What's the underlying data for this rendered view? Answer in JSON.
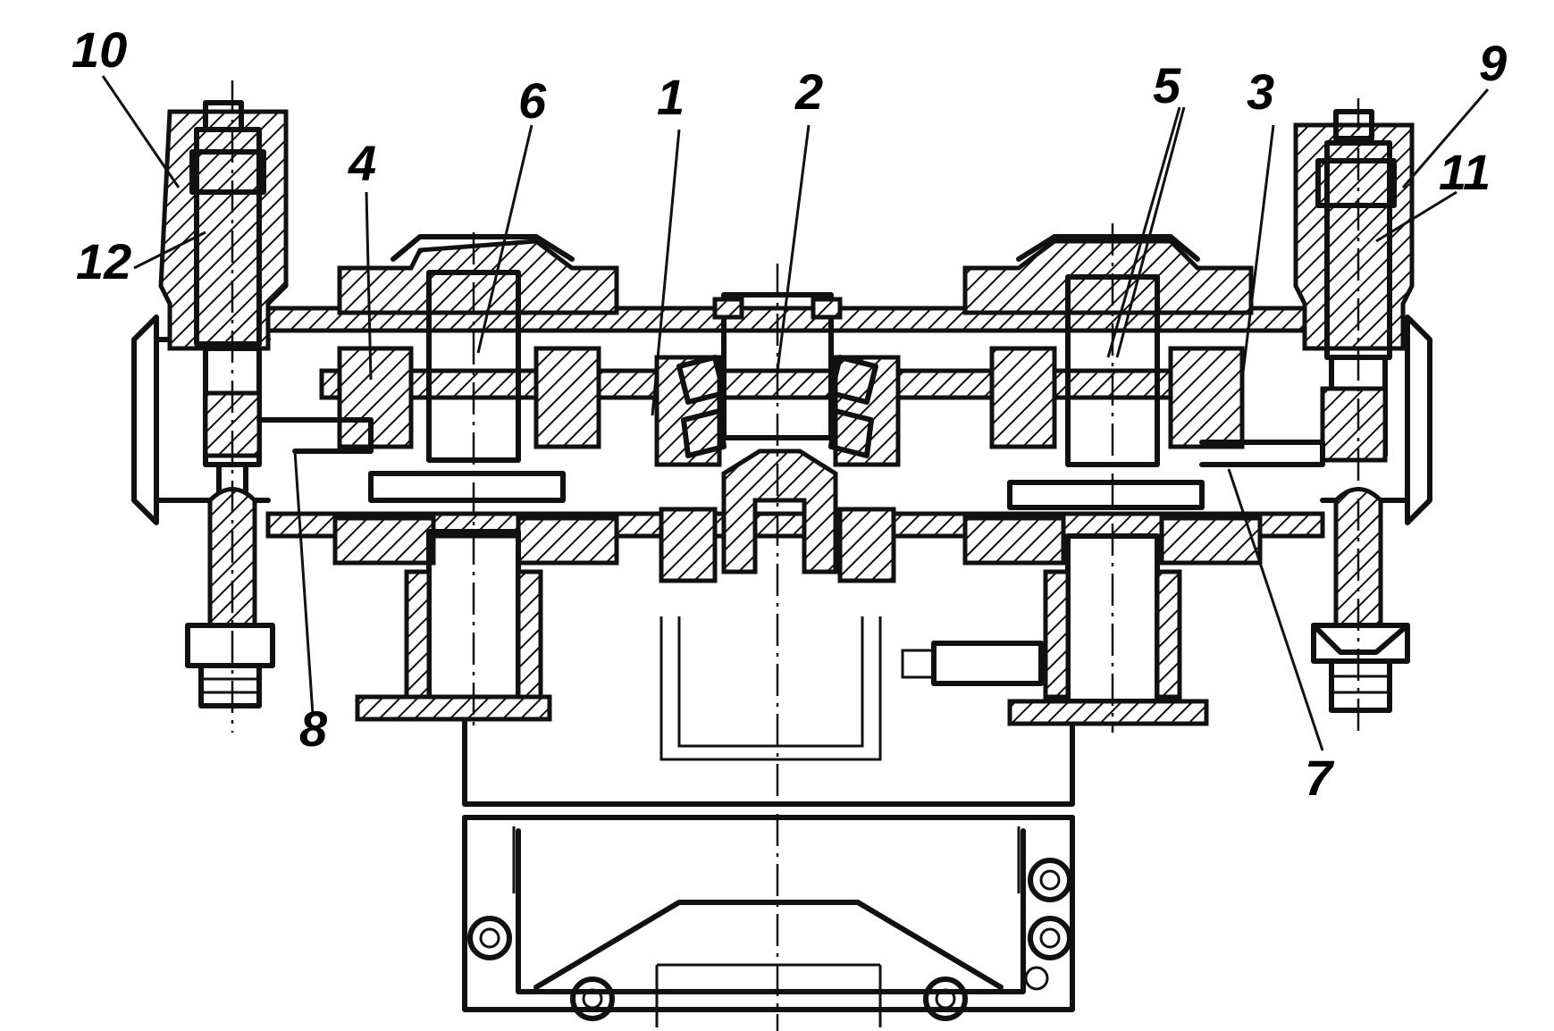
{
  "callouts": [
    {
      "id": "10",
      "label": "10"
    },
    {
      "id": "12",
      "label": "12"
    },
    {
      "id": "4",
      "label": "4"
    },
    {
      "id": "6",
      "label": "6"
    },
    {
      "id": "1",
      "label": "1"
    },
    {
      "id": "2",
      "label": "2"
    },
    {
      "id": "5",
      "label": "5"
    },
    {
      "id": "3",
      "label": "3"
    },
    {
      "id": "9",
      "label": "9"
    },
    {
      "id": "11",
      "label": "11"
    },
    {
      "id": "8",
      "label": "8"
    },
    {
      "id": "7",
      "label": "7"
    }
  ]
}
